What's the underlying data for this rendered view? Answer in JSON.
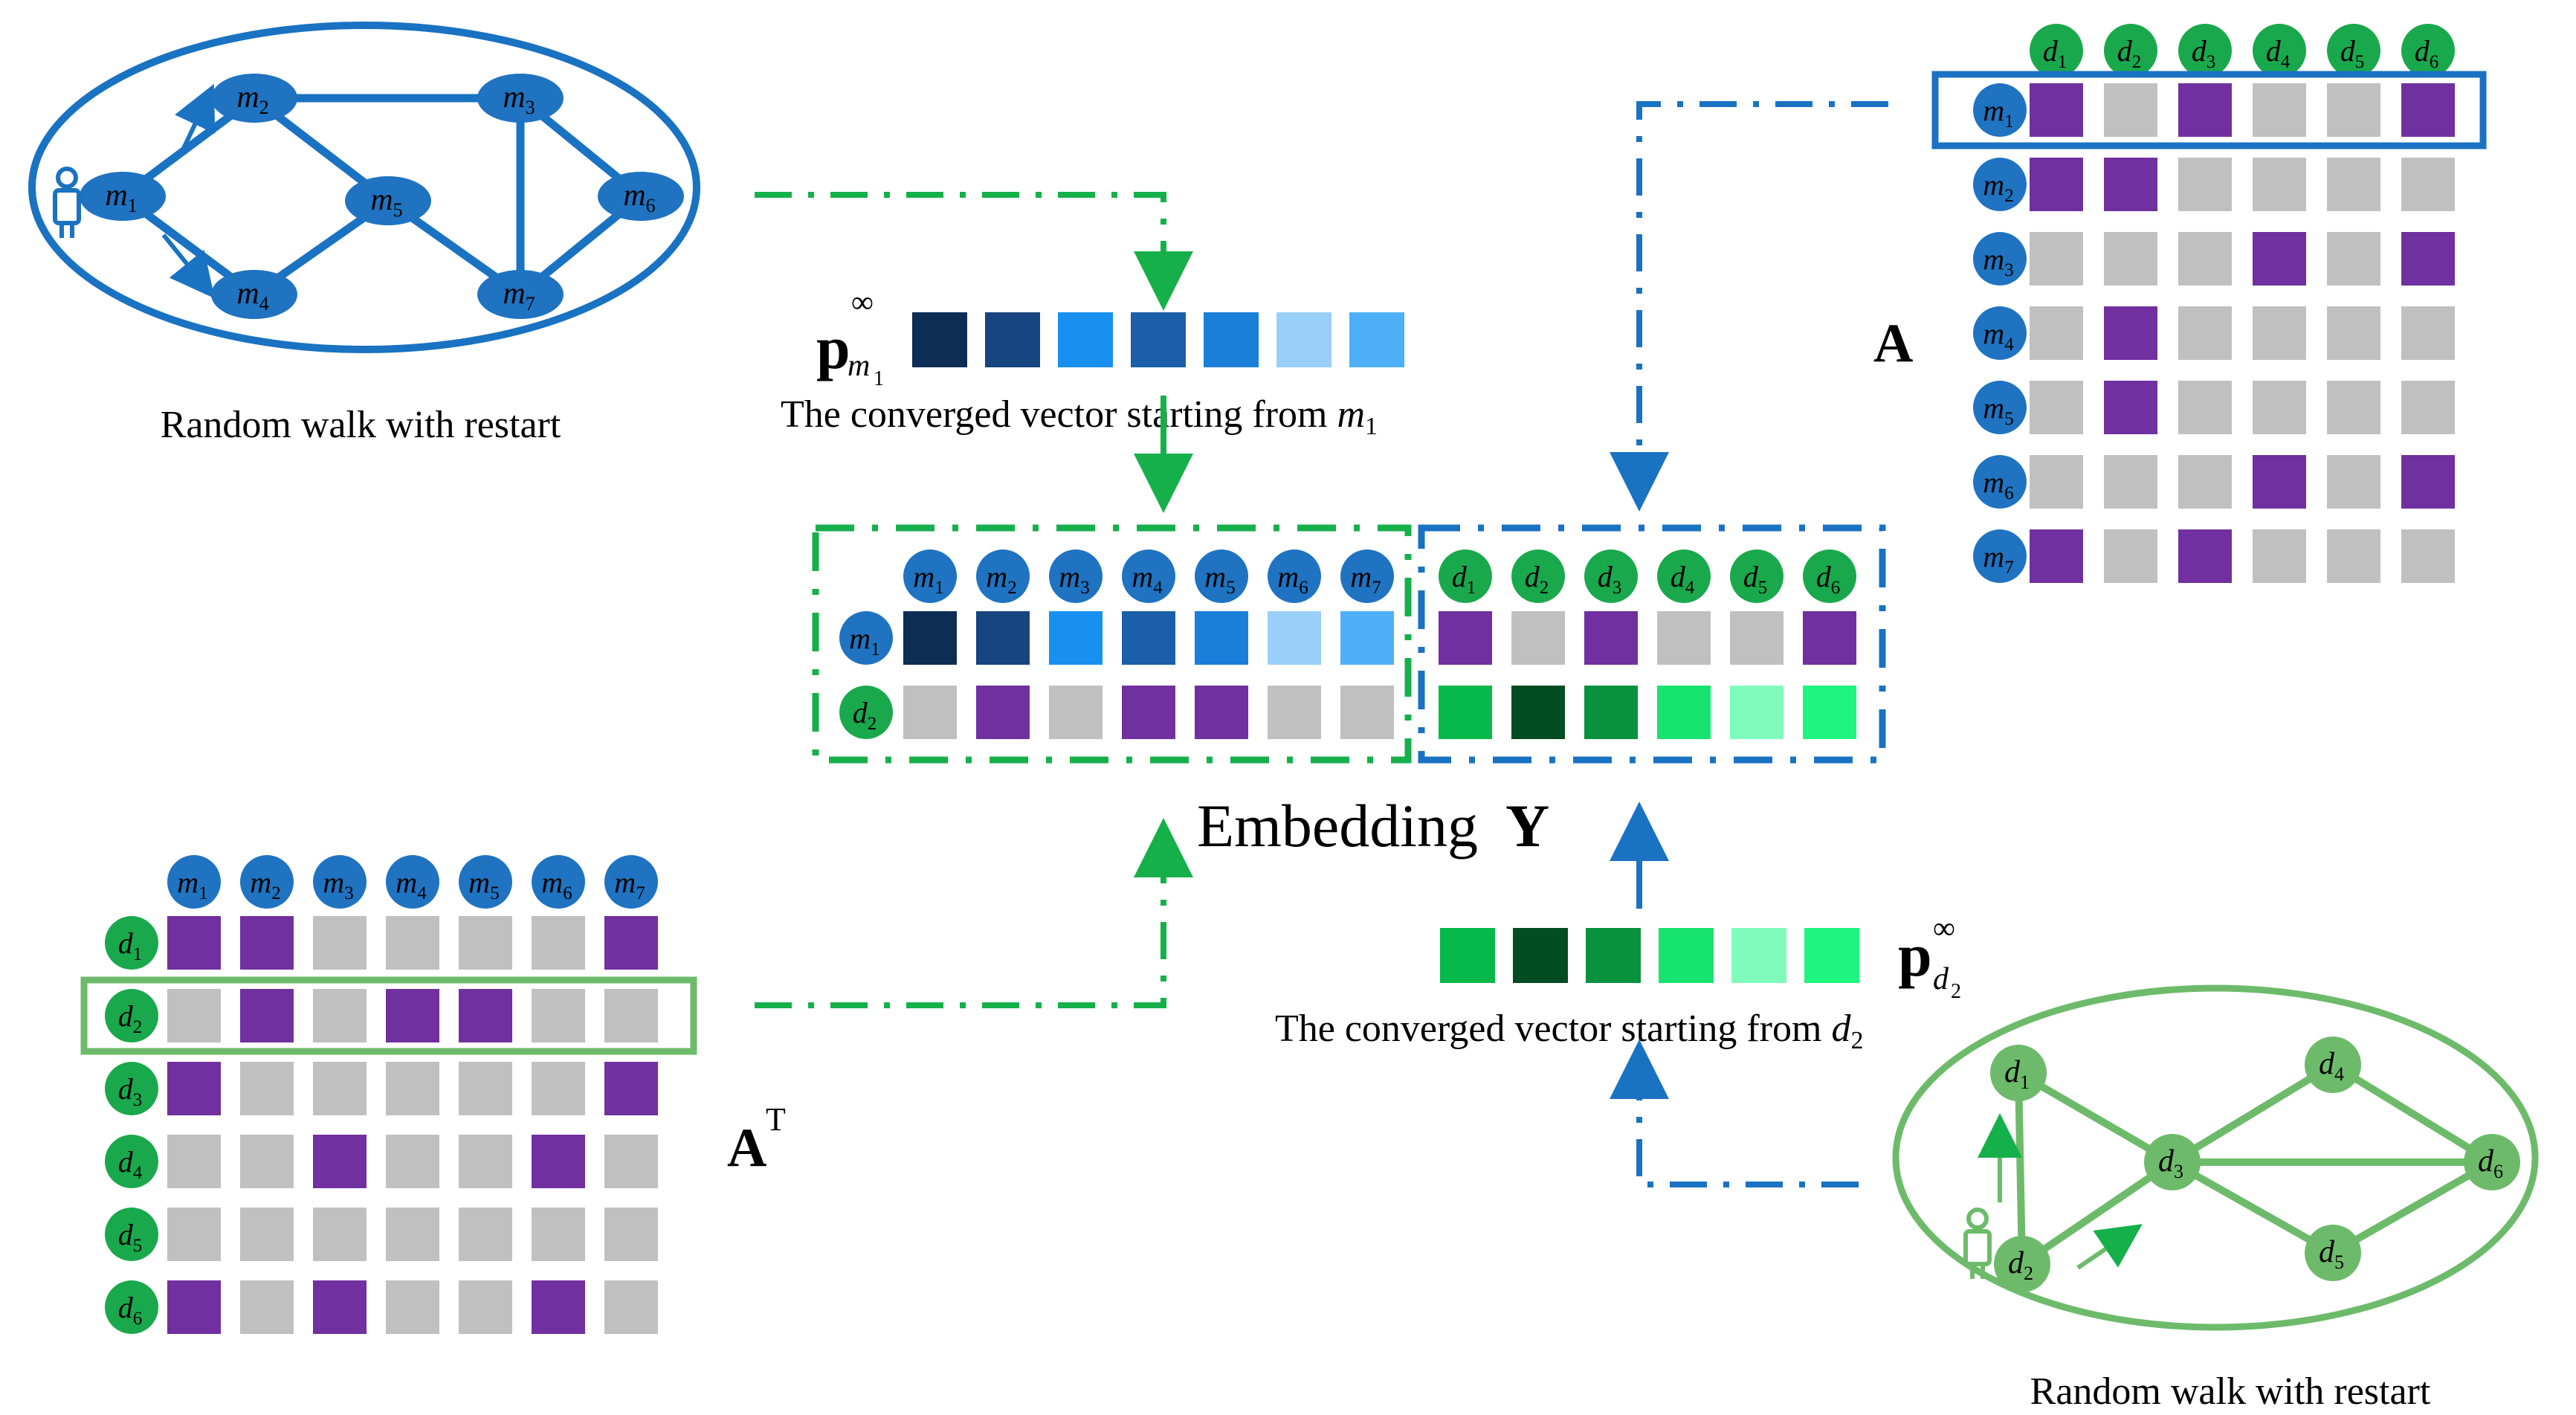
{
  "colors": {
    "blue_node": "#1f73c1",
    "blue_line": "#1a72c2",
    "green_node": "#1aa84c",
    "green_line": "#6dbb6a",
    "green_dash": "#16b04b",
    "purple": "#7030a0",
    "gray": "#c0c0c0",
    "dark_navy": "#0d2d54",
    "navy": "#16457f",
    "bright_blue": "#1890f0",
    "mid_blue": "#1a5fa8",
    "sky_blue": "#1a7fd8",
    "light_blue": "#99cff8",
    "pale_blue": "#4db0f8",
    "g1": "#07b94a",
    "g2": "#044d22",
    "g3": "#08923e",
    "g4": "#17e36f",
    "g5": "#7ffcbb",
    "g6": "#1ef57f"
  },
  "mirna_graph": {
    "caption": "Random walk with restart",
    "nodes": [
      {
        "id": "m1",
        "base": "m",
        "sub": "1"
      },
      {
        "id": "m2",
        "base": "m",
        "sub": "2"
      },
      {
        "id": "m3",
        "base": "m",
        "sub": "3"
      },
      {
        "id": "m4",
        "base": "m",
        "sub": "4"
      },
      {
        "id": "m5",
        "base": "m",
        "sub": "5"
      },
      {
        "id": "m6",
        "base": "m",
        "sub": "6"
      },
      {
        "id": "m7",
        "base": "m",
        "sub": "7"
      }
    ],
    "edges": [
      [
        "m1",
        "m2"
      ],
      [
        "m1",
        "m4"
      ],
      [
        "m2",
        "m3"
      ],
      [
        "m2",
        "m5"
      ],
      [
        "m4",
        "m5"
      ],
      [
        "m3",
        "m7"
      ],
      [
        "m3",
        "m6"
      ],
      [
        "m5",
        "m7"
      ],
      [
        "m7",
        "m6"
      ]
    ],
    "start_icon": "person-icon"
  },
  "disease_graph": {
    "caption": "Random walk with restart",
    "nodes": [
      {
        "id": "d1",
        "base": "d",
        "sub": "1"
      },
      {
        "id": "d2",
        "base": "d",
        "sub": "2"
      },
      {
        "id": "d3",
        "base": "d",
        "sub": "3"
      },
      {
        "id": "d4",
        "base": "d",
        "sub": "4"
      },
      {
        "id": "d5",
        "base": "d",
        "sub": "5"
      },
      {
        "id": "d6",
        "base": "d",
        "sub": "6"
      }
    ],
    "edges": [
      [
        "d1",
        "d2"
      ],
      [
        "d1",
        "d3"
      ],
      [
        "d2",
        "d3"
      ],
      [
        "d3",
        "d4"
      ],
      [
        "d3",
        "d5"
      ],
      [
        "d3",
        "d6"
      ],
      [
        "d4",
        "d6"
      ],
      [
        "d5",
        "d6"
      ]
    ],
    "start_icon": "person-icon"
  },
  "p_m1": {
    "symbol": "p",
    "sup": "∞",
    "sub_base": "m",
    "sub_sub": "1",
    "caption": "The converged vector starting from",
    "caption_var": "m",
    "caption_sub": "1",
    "cells": [
      "dark_navy",
      "navy",
      "bright_blue",
      "mid_blue",
      "sky_blue",
      "light_blue",
      "pale_blue"
    ]
  },
  "p_d2": {
    "symbol": "p",
    "sup": "∞",
    "sub_base": "d",
    "sub_sub": "2",
    "caption": "The converged vector starting from",
    "caption_var": "d",
    "caption_sub": "2",
    "cells": [
      "g1",
      "g2",
      "g3",
      "g4",
      "g5",
      "g6"
    ]
  },
  "matrix_A": {
    "label": "A",
    "col_headers": [
      "1",
      "2",
      "3",
      "4",
      "5",
      "6"
    ],
    "col_base": "d",
    "row_headers": [
      "1",
      "2",
      "3",
      "4",
      "5",
      "6",
      "7"
    ],
    "row_base": "m",
    "highlight_row": 0,
    "cells": [
      [
        1,
        0,
        1,
        0,
        0,
        1
      ],
      [
        1,
        1,
        0,
        0,
        0,
        0
      ],
      [
        0,
        0,
        0,
        1,
        0,
        1
      ],
      [
        0,
        1,
        0,
        0,
        0,
        0
      ],
      [
        0,
        1,
        0,
        0,
        0,
        0
      ],
      [
        0,
        0,
        0,
        1,
        0,
        1
      ],
      [
        1,
        0,
        1,
        0,
        0,
        0
      ]
    ]
  },
  "matrix_AT": {
    "label": "A",
    "label_sup": "T",
    "col_headers": [
      "1",
      "2",
      "3",
      "4",
      "5",
      "6",
      "7"
    ],
    "col_base": "m",
    "row_headers": [
      "1",
      "2",
      "3",
      "4",
      "5",
      "6"
    ],
    "row_base": "d",
    "highlight_row": 1,
    "cells": [
      [
        1,
        1,
        0,
        0,
        0,
        0,
        1
      ],
      [
        0,
        1,
        0,
        1,
        1,
        0,
        0
      ],
      [
        1,
        0,
        0,
        0,
        0,
        0,
        1
      ],
      [
        0,
        0,
        1,
        0,
        0,
        1,
        0
      ],
      [
        0,
        0,
        0,
        0,
        0,
        0,
        0
      ],
      [
        1,
        0,
        1,
        0,
        0,
        1,
        0
      ]
    ]
  },
  "embedding": {
    "label": "Embedding",
    "label_symbol": "Y",
    "m_headers": [
      "1",
      "2",
      "3",
      "4",
      "5",
      "6",
      "7"
    ],
    "d_headers": [
      "1",
      "2",
      "3",
      "4",
      "5",
      "6"
    ],
    "rows": [
      {
        "base": "m",
        "sub": "1",
        "left": [
          "dark_navy",
          "navy",
          "bright_blue",
          "mid_blue",
          "sky_blue",
          "light_blue",
          "pale_blue"
        ],
        "right": [
          "purple",
          "gray",
          "purple",
          "gray",
          "gray",
          "purple"
        ]
      },
      {
        "base": "d",
        "sub": "2",
        "left": [
          "gray",
          "purple",
          "gray",
          "purple",
          "purple",
          "gray",
          "gray"
        ],
        "right": [
          "g1",
          "g2",
          "g3",
          "g4",
          "g5",
          "g6"
        ]
      }
    ]
  }
}
